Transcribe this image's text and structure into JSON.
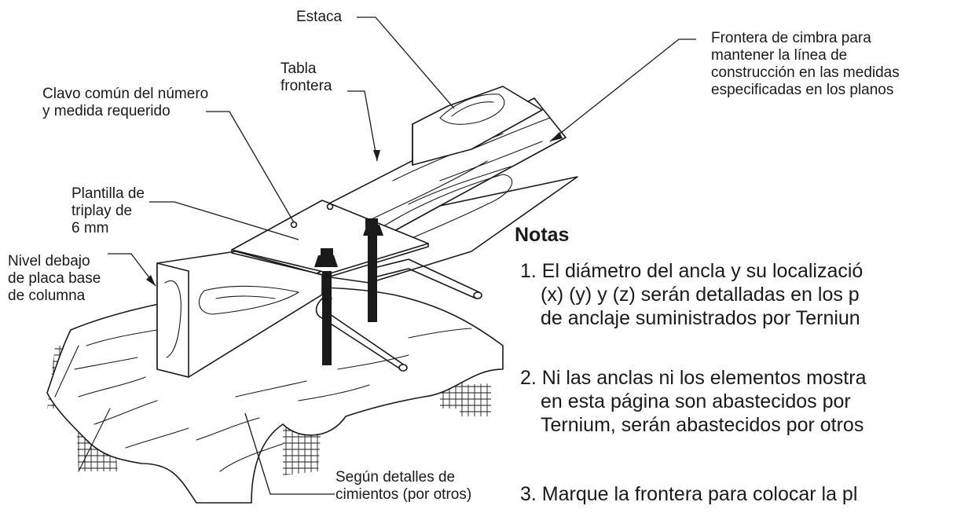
{
  "labels": {
    "estaca": "Estaca",
    "frontera_cimbra": [
      "Frontera de cimbra para",
      "mantener la línea de",
      "construcción en las medidas",
      "especificadas en los planos"
    ],
    "tabla_frontera": [
      "Tabla",
      "frontera"
    ],
    "clavo_comun": [
      "Clavo común del número",
      "y medida requerido"
    ],
    "plantilla": [
      "Plantilla de",
      "triplay de",
      "6 mm"
    ],
    "nivel": [
      "Nivel debajo",
      "de placa base",
      "de columna"
    ],
    "segun_detalles": [
      "Según detalles de",
      "cimientos (por otros)"
    ]
  },
  "notes": {
    "title": "Notas",
    "items": [
      [
        "1. El diámetro del ancla y su localizació",
        "(x) (y) y (z) serán detalladas en los p",
        "de anclaje suministrados por Terniun"
      ],
      [
        "2. Ni las anclas ni los elementos mostra",
        "en esta página son abastecidos por",
        "Ternium, serán abastecidos por otros"
      ],
      [
        "3. Marque la frontera para colocar la pl"
      ]
    ]
  }
}
